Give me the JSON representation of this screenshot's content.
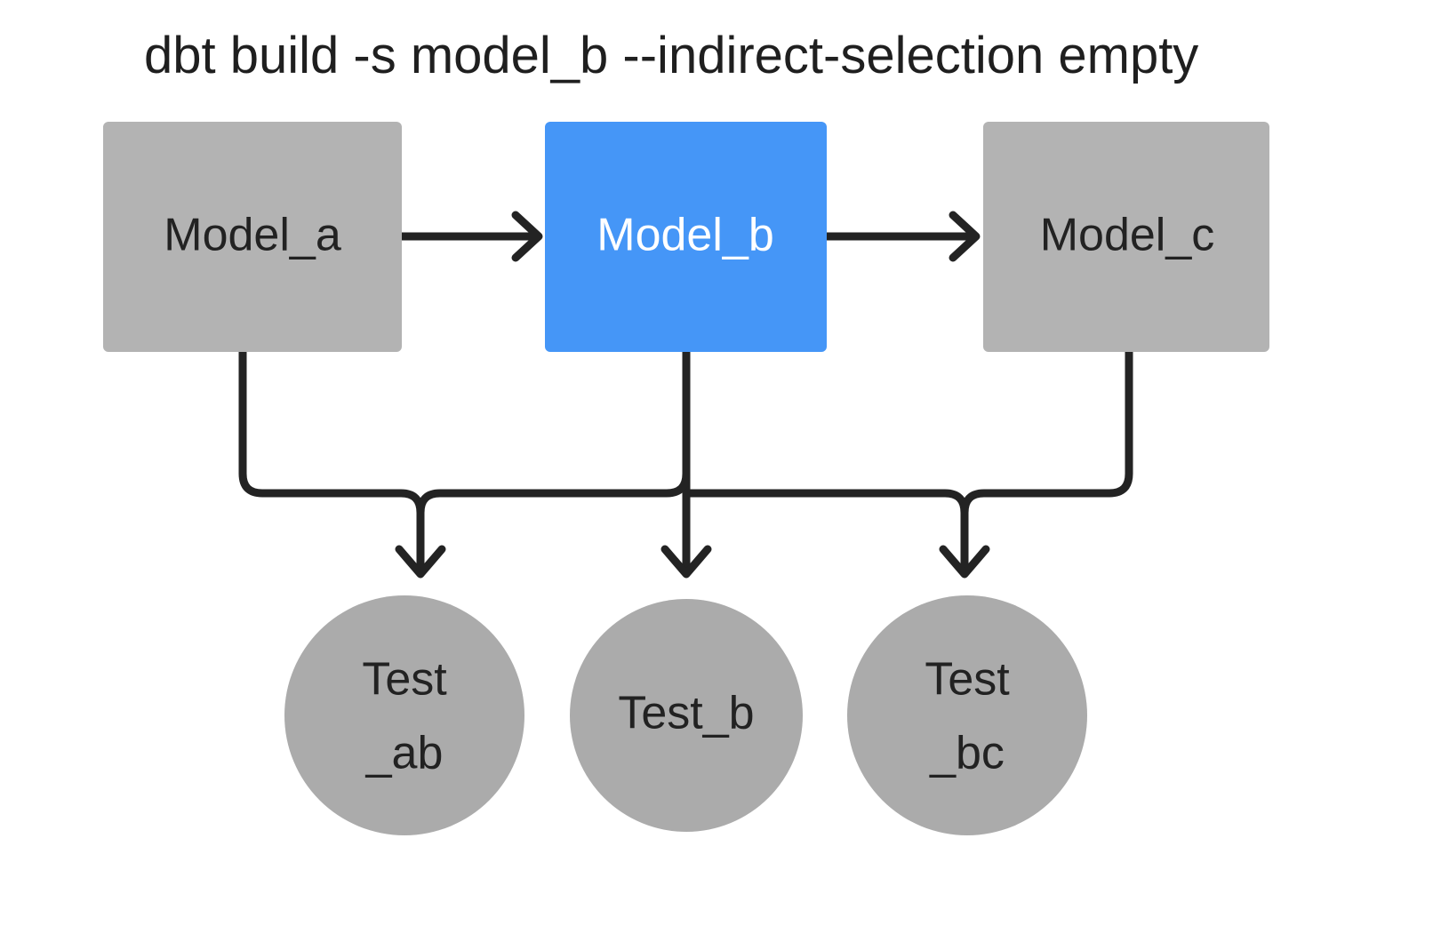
{
  "title": "dbt build -s model_b --indirect-selection empty",
  "colors": {
    "selected": "#4596F7",
    "unselected": "#B3B3B3",
    "edge": "#232323",
    "text_dark": "#222222",
    "text_light": "#ffffff",
    "background": "#ffffff"
  },
  "nodes": {
    "models": [
      {
        "id": "model_a",
        "label": "Model_a",
        "shape": "rect",
        "state": "unselected"
      },
      {
        "id": "model_b",
        "label": "Model_b",
        "shape": "rect",
        "state": "selected"
      },
      {
        "id": "model_c",
        "label": "Model_c",
        "shape": "rect",
        "state": "unselected"
      }
    ],
    "tests": [
      {
        "id": "test_ab",
        "label": "Test_ab",
        "line1": "Test",
        "line2": "_ab",
        "shape": "circle",
        "state": "unselected"
      },
      {
        "id": "test_b",
        "label": "Test_b",
        "line1": "Test_b",
        "line2": "",
        "shape": "circle",
        "state": "unselected"
      },
      {
        "id": "test_bc",
        "label": "Test_bc",
        "line1": "Test",
        "line2": "_bc",
        "shape": "circle",
        "state": "unselected"
      }
    ]
  },
  "edges": [
    {
      "from": "model_a",
      "to": "model_b",
      "kind": "straight-right"
    },
    {
      "from": "model_b",
      "to": "model_c",
      "kind": "straight-right"
    },
    {
      "from": "model_a",
      "to": "test_ab",
      "kind": "orthogonal-down"
    },
    {
      "from": "model_b",
      "to": "test_ab",
      "kind": "orthogonal-down"
    },
    {
      "from": "model_b",
      "to": "test_b",
      "kind": "straight-down"
    },
    {
      "from": "model_b",
      "to": "test_bc",
      "kind": "orthogonal-down"
    },
    {
      "from": "model_c",
      "to": "test_bc",
      "kind": "orthogonal-down"
    }
  ]
}
